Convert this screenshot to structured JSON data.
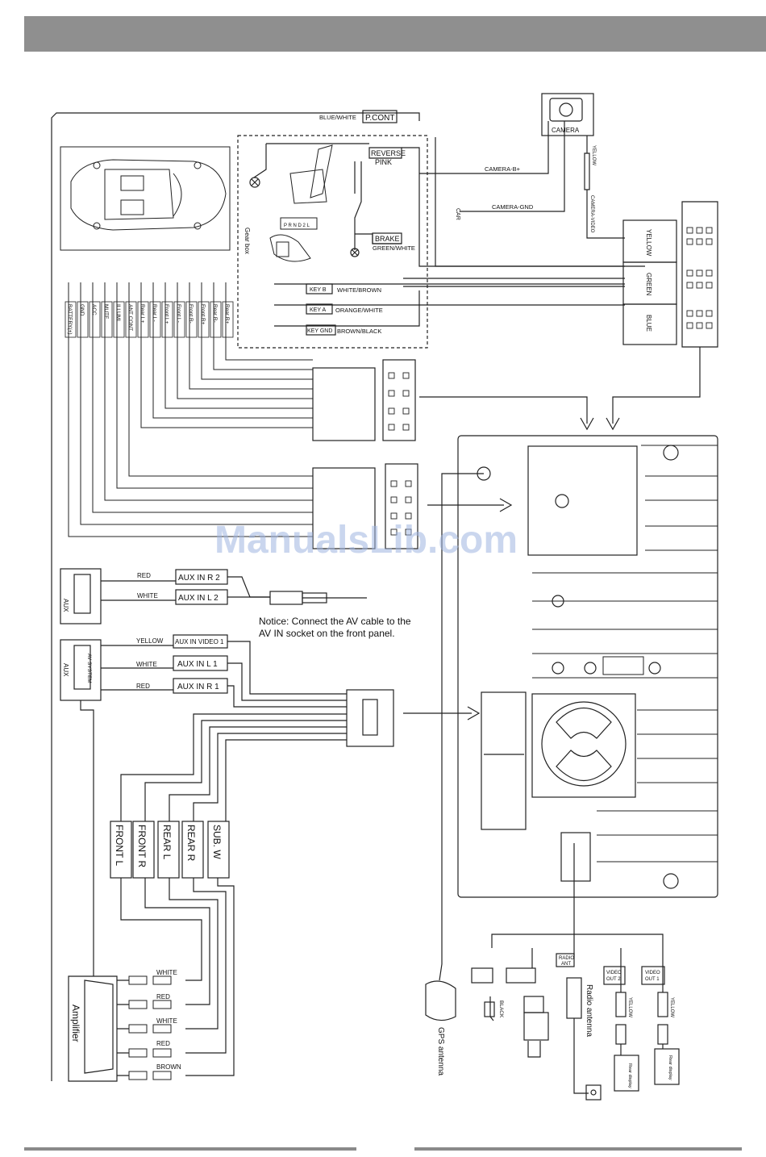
{
  "watermark": "ManualsLib.com",
  "notice": {
    "line1": "Notice: Connect the AV cable to the",
    "line2": "AV IN socket on the front panel."
  },
  "top": {
    "pcont": "P.CONT",
    "blue_white": "BLUE/WHITE",
    "camera": "CAMERA",
    "camera_b": "CAMERA-B+",
    "camera_gnd": "CAMERA-GND",
    "camera_video": "CAMERA-VIDEO",
    "car": "CAR",
    "yellow_small": "YELLOW",
    "reverse": "REVERSE",
    "pink": "PINK",
    "brake": "BRAKE",
    "green_white": "GREEN/WHITE",
    "gear_box": "Gear box",
    "gear_pattern": "P R N D 2 L"
  },
  "keys": [
    {
      "box": "KEY B",
      "wire": "WHITE/BROWN"
    },
    {
      "box": "KEY A",
      "wire": "ORANGE/WHITE"
    },
    {
      "box": "KEY GND",
      "wire": "BROWN/BLACK"
    }
  ],
  "iso_colors": [
    "YELLOW",
    "GREEN",
    "BLUE"
  ],
  "harness_labels": [
    "BATTERY(+)",
    "GND",
    "ACC",
    "MUTE",
    "ILLUMI",
    "ANT CONT",
    "Rear L+",
    "Rear L-",
    "Front L+",
    "Front L-",
    "Front R-",
    "Front R+",
    "Rear R-",
    "Rear R+"
  ],
  "aux1": {
    "label": "AUX",
    "rows": [
      {
        "color": "RED",
        "box": "AUX IN R 2"
      },
      {
        "color": "WHITE",
        "box": "AUX IN L 2"
      }
    ]
  },
  "aux2": {
    "label": "AUX",
    "system": "AV SYSTEM",
    "rows": [
      {
        "color": "YELLOW",
        "box": "AUX IN VIDEO 1"
      },
      {
        "color": "WHITE",
        "box": "AUX IN L 1"
      },
      {
        "color": "RED",
        "box": "AUX IN R 1"
      }
    ]
  },
  "outputs": [
    "FRONT L",
    "FRONT R",
    "REAR L",
    "REAR R",
    "SUB. W"
  ],
  "amplifier": {
    "label": "Amplifier",
    "wires": [
      "WHITE",
      "RED",
      "WHITE",
      "RED",
      "BROWN"
    ]
  },
  "bottom": {
    "gps": "GPS antenna",
    "radio_ant_box": "RADIO ANT",
    "radio_antenna": "Radio antenna",
    "black": "BLACK",
    "video_out_2": "VIDEO OUT 2",
    "video_out_1": "VIDEO OUT 1",
    "yellow_a": "YELLOW",
    "yellow_b": "YELLOW",
    "rear_display": "Rear display"
  }
}
